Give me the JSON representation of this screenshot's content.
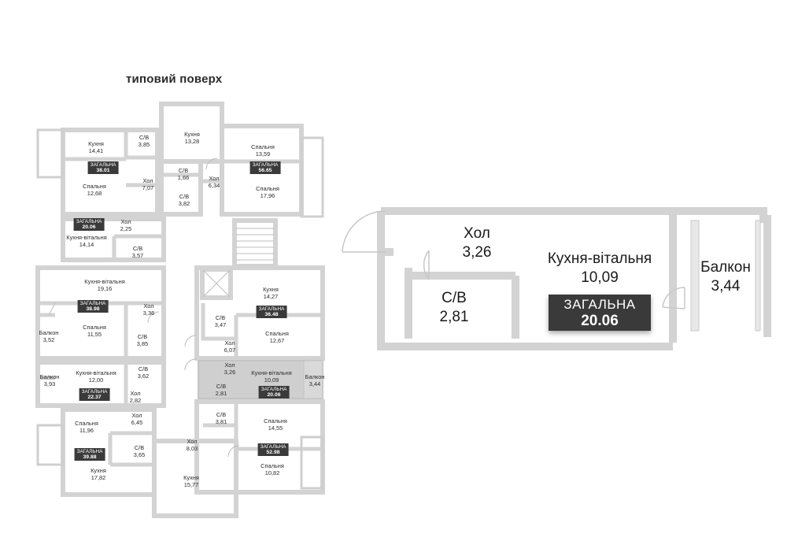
{
  "page": {
    "title": "типовий поверх"
  },
  "floor_plan": {
    "apartments": [
      {
        "id": "a1",
        "total_label": "ЗАГАЛЬНА",
        "total": "38.01",
        "rooms": [
          {
            "name": "Кухня",
            "area": "14,41"
          },
          {
            "name": "С/В",
            "area": "3,85"
          },
          {
            "name": "Спальня",
            "area": "12,68"
          },
          {
            "name": "Хол",
            "area": "7,07"
          }
        ]
      },
      {
        "id": "a2",
        "total_label": "ЗАГАЛЬНА",
        "total": "56.65",
        "rooms": [
          {
            "name": "Кухня",
            "area": "13,28"
          },
          {
            "name": "Спальня",
            "area": "13,59"
          },
          {
            "name": "С/В",
            "area": "1,66"
          },
          {
            "name": "Хол",
            "area": "6,34"
          },
          {
            "name": "С/В",
            "area": "3,82"
          },
          {
            "name": "Спальня",
            "area": "17,96"
          }
        ]
      },
      {
        "id": "a3",
        "total_label": "ЗАГАЛЬНА",
        "total": "20.06",
        "rooms": [
          {
            "name": "Хол",
            "area": "2,25"
          },
          {
            "name": "Кухня-вітальня",
            "area": "14,14"
          },
          {
            "name": "С/В",
            "area": "3,57"
          }
        ]
      },
      {
        "id": "a4",
        "total_label": "ЗАГАЛЬНА",
        "total": "38.98",
        "rooms": [
          {
            "name": "Кухня-вітальня",
            "area": "19,16"
          },
          {
            "name": "Хол",
            "area": "3,36"
          },
          {
            "name": "Балкон",
            "area": "3,52"
          },
          {
            "name": "Спальня",
            "area": "11,55"
          },
          {
            "name": "С/В",
            "area": "3,85"
          }
        ]
      },
      {
        "id": "a5",
        "total_label": "ЗАГАЛЬНА",
        "total": "22.37",
        "rooms": [
          {
            "name": "Кухня-вітальня",
            "area": "12,00"
          },
          {
            "name": "С/В",
            "area": "3,62"
          },
          {
            "name": "Балкон",
            "area": "3,93"
          },
          {
            "name": "Хол",
            "area": "2,82"
          }
        ]
      },
      {
        "id": "a6",
        "total_label": "ЗАГАЛЬНА",
        "total": "39.88",
        "rooms": [
          {
            "name": "Спальня",
            "area": "11,96"
          },
          {
            "name": "Хол",
            "area": "6,45"
          },
          {
            "name": "С/В",
            "area": "3,65"
          },
          {
            "name": "Кухня",
            "area": "17,82"
          }
        ]
      },
      {
        "id": "a7",
        "total_label": "ЗАГАЛЬНА",
        "total": "36.48",
        "rooms": [
          {
            "name": "Кухня",
            "area": "14,27"
          },
          {
            "name": "С/В",
            "area": "3,47"
          },
          {
            "name": "Хол",
            "area": "6,07"
          },
          {
            "name": "Спальня",
            "area": "12,67"
          }
        ]
      },
      {
        "id": "a8",
        "total_label": "ЗАГАЛЬНА",
        "total": "20.06",
        "highlighted": true,
        "rooms": [
          {
            "name": "Хол",
            "area": "3,26"
          },
          {
            "name": "Кухня-вітальня",
            "area": "10,09"
          },
          {
            "name": "С/В",
            "area": "2,81"
          },
          {
            "name": "Балкон",
            "area": "3,44"
          }
        ]
      },
      {
        "id": "a9",
        "total_label": "ЗАГАЛЬНА",
        "total": "52.98",
        "rooms": [
          {
            "name": "С/В",
            "area": "3,81"
          },
          {
            "name": "Спальня",
            "area": "14,55"
          },
          {
            "name": "Хол",
            "area": "8,03"
          },
          {
            "name": "Спальня",
            "area": "10,82"
          },
          {
            "name": "Кухня",
            "area": "15,77"
          }
        ]
      }
    ]
  },
  "selected_unit": {
    "total_label": "ЗАГАЛЬНА",
    "total": "20.06",
    "rooms": [
      {
        "name": "Хол",
        "area": "3,26"
      },
      {
        "name": "Кухня-вітальня",
        "area": "10,09"
      },
      {
        "name": "С/В",
        "area": "2,81"
      },
      {
        "name": "Балкон",
        "area": "3,44"
      }
    ]
  },
  "colors": {
    "wall": "#d6d6d6",
    "highlight": "#cfcfcf",
    "badge": "#3a3a3a",
    "text": "#2a2a2a"
  }
}
